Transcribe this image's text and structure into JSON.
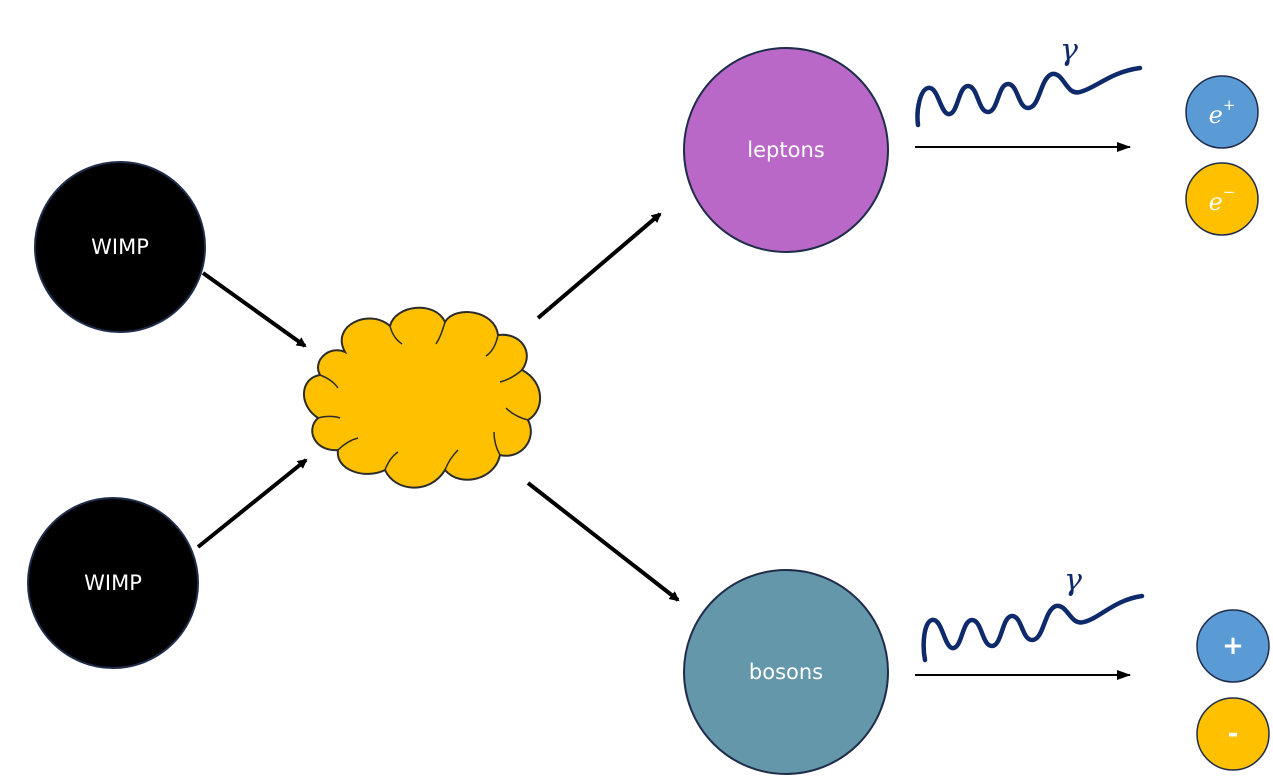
{
  "nodes": {
    "wimp_top": {
      "label": "WIMP",
      "color": "#000000"
    },
    "wimp_bottom": {
      "label": "WIMP",
      "color": "#000000"
    },
    "cloud": {
      "color": "#ffc000"
    },
    "leptons": {
      "label": "leptons",
      "color": "#ba68c8"
    },
    "bosons": {
      "label": "bosons",
      "color": "#6497aa"
    }
  },
  "photons": {
    "top": {
      "symbol": "γ",
      "color": "#0e2a6b"
    },
    "bottom": {
      "symbol": "γ",
      "color": "#0e2a6b"
    }
  },
  "products": {
    "positron": {
      "base": "e",
      "sup": "+",
      "color": "#5b9bd5"
    },
    "electron": {
      "base": "e",
      "sup": "−",
      "color": "#ffc000"
    },
    "plus": {
      "label": "+",
      "color": "#5b9bd5"
    },
    "minus": {
      "label": "-",
      "color": "#ffc000"
    }
  }
}
